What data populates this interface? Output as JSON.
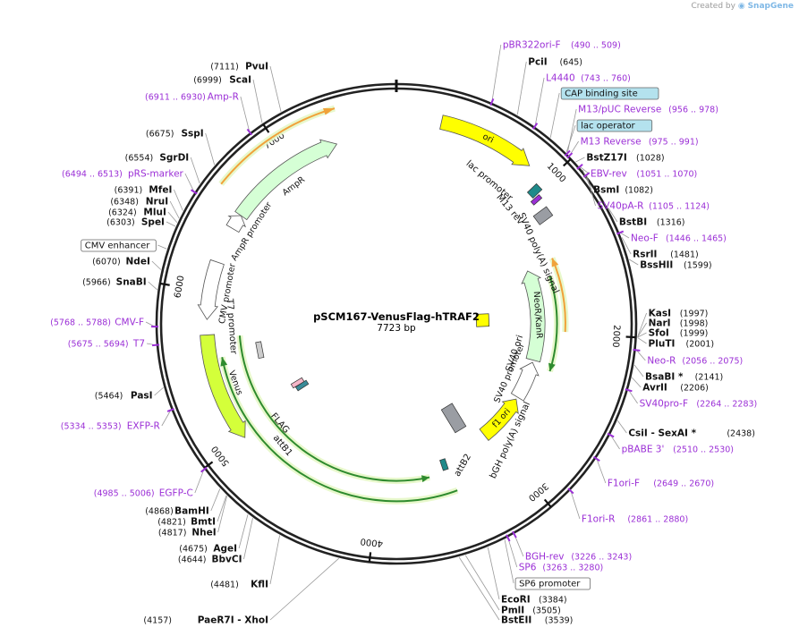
{
  "credit": {
    "prefix": "Created by",
    "brand": "SnapGene"
  },
  "plasmid": {
    "name": "pSCM167-VenusFlag-hTRAF2",
    "size_label": "7723 bp",
    "length": 7723
  },
  "colors": {
    "site_text": "#111111",
    "feature_text": "#9b2fd6",
    "arrow_yellow": "#ffff00",
    "arrow_green": "#d5ffd5",
    "arrow_white": "#ffffff",
    "arrow_lime": "#d4ff3a",
    "primer": "#9b2fd6",
    "orf_orange": "#f0a23a",
    "orf_green": "#2e8b2e",
    "box_blue": "#b4e2ee",
    "gray": "#9a9da3"
  },
  "ticks": [
    {
      "label": "1000",
      "pos": 1000
    },
    {
      "label": "2000",
      "pos": 2000
    },
    {
      "label": "3000",
      "pos": 3000
    },
    {
      "label": "4000",
      "pos": 4000
    },
    {
      "label": "5000",
      "pos": 5000
    },
    {
      "label": "6000",
      "pos": 6000
    },
    {
      "label": "7000",
      "pos": 7000
    }
  ],
  "labels_right": [
    {
      "kind": "feature",
      "name": "pBR322ori-F",
      "pos_text": "(490 .. 509)",
      "pos": 500
    },
    {
      "kind": "site",
      "name": "PciI",
      "pos_text": "(645)",
      "pos": 645
    },
    {
      "kind": "feature",
      "name": "L4440",
      "pos_text": "(743 .. 760)",
      "pos": 752
    },
    {
      "kind": "box",
      "name": "CAP binding site",
      "pos_text": "",
      "pos": 850
    },
    {
      "kind": "feature",
      "name": "M13/pUC Reverse",
      "pos_text": "(956 .. 978)",
      "pos": 967
    },
    {
      "kind": "box",
      "name": "lac operator",
      "pos_text": "",
      "pos": 960
    },
    {
      "kind": "feature",
      "name": "M13 Reverse",
      "pos_text": "(975 .. 991)",
      "pos": 983
    },
    {
      "kind": "site",
      "name": "BstZ17I",
      "pos_text": "(1028)",
      "pos": 1028
    },
    {
      "kind": "feature",
      "name": "EBV-rev",
      "pos_text": "(1051 .. 1070)",
      "pos": 1060
    },
    {
      "kind": "site",
      "name": "BsmI",
      "pos_text": "(1082)",
      "pos": 1082
    },
    {
      "kind": "feature",
      "name": "SV40pA-R",
      "pos_text": "(1105 .. 1124)",
      "pos": 1114
    },
    {
      "kind": "site",
      "name": "BstBI",
      "pos_text": "(1316)",
      "pos": 1316
    },
    {
      "kind": "feature",
      "name": "Neo-F",
      "pos_text": "(1446 .. 1465)",
      "pos": 1455
    },
    {
      "kind": "site",
      "name": "RsrII",
      "pos_text": "(1481)",
      "pos": 1481
    },
    {
      "kind": "site",
      "name": "BssHII",
      "pos_text": "(1599)",
      "pos": 1599
    },
    {
      "kind": "site",
      "name": "KasI",
      "pos_text": "(1997)",
      "pos": 1997
    },
    {
      "kind": "site",
      "name": "NarI",
      "pos_text": "(1998)",
      "pos": 1998
    },
    {
      "kind": "site",
      "name": "SfoI",
      "pos_text": "(1999)",
      "pos": 1999
    },
    {
      "kind": "site",
      "name": "PluTI",
      "pos_text": "(2001)",
      "pos": 2001
    },
    {
      "kind": "feature",
      "name": "Neo-R",
      "pos_text": "(2056 .. 2075)",
      "pos": 2065
    },
    {
      "kind": "site",
      "name": "BsaBI *",
      "pos_text": "(2141)",
      "pos": 2141
    },
    {
      "kind": "site",
      "name": "AvrII",
      "pos_text": "(2206)",
      "pos": 2206
    },
    {
      "kind": "feature",
      "name": "SV40pro-F",
      "pos_text": "(2264 .. 2283)",
      "pos": 2273
    },
    {
      "kind": "site",
      "name": "CsiI  - SexAI *",
      "pos_text": "(2438)",
      "pos": 2438
    },
    {
      "kind": "feature",
      "name": "pBABE 3'",
      "pos_text": "(2510 .. 2530)",
      "pos": 2520
    },
    {
      "kind": "feature",
      "name": "F1ori-F",
      "pos_text": "(2649 .. 2670)",
      "pos": 2660
    },
    {
      "kind": "feature",
      "name": "F1ori-R",
      "pos_text": "(2861 .. 2880)",
      "pos": 2870
    },
    {
      "kind": "feature",
      "name": "BGH-rev",
      "pos_text": "(3226 .. 3243)",
      "pos": 3234
    },
    {
      "kind": "feature",
      "name": "SP6",
      "pos_text": "(3263 .. 3280)",
      "pos": 3271
    },
    {
      "kind": "box-white",
      "name": "SP6 promoter",
      "pos_text": "",
      "pos": 3290
    },
    {
      "kind": "site",
      "name": "EcoRI",
      "pos_text": "(3384)",
      "pos": 3384
    },
    {
      "kind": "site",
      "name": "PmlI",
      "pos_text": "(3505)",
      "pos": 3505
    },
    {
      "kind": "site",
      "name": "BstEII",
      "pos_text": "(3539)",
      "pos": 3539
    }
  ],
  "labels_left": [
    {
      "kind": "site",
      "name": "PvuI",
      "pos_text": "(7111)",
      "pos": 7111
    },
    {
      "kind": "site",
      "name": "ScaI",
      "pos_text": "(6999)",
      "pos": 6999
    },
    {
      "kind": "feature",
      "name": "Amp-R",
      "pos_text": "(6911 .. 6930)",
      "pos": 6920
    },
    {
      "kind": "site",
      "name": "SspI",
      "pos_text": "(6675)",
      "pos": 6675
    },
    {
      "kind": "site",
      "name": "SgrDI",
      "pos_text": "(6554)",
      "pos": 6554
    },
    {
      "kind": "feature",
      "name": "pRS-marker",
      "pos_text": "(6494 .. 6513)",
      "pos": 6503
    },
    {
      "kind": "site",
      "name": "MfeI",
      "pos_text": "(6391)",
      "pos": 6391
    },
    {
      "kind": "site",
      "name": "NruI",
      "pos_text": "(6348)",
      "pos": 6348
    },
    {
      "kind": "site",
      "name": "MluI",
      "pos_text": "(6324)",
      "pos": 6324
    },
    {
      "kind": "site",
      "name": "SpeI",
      "pos_text": "(6303)",
      "pos": 6303
    },
    {
      "kind": "box-white",
      "name": "CMV enhancer",
      "pos_text": "",
      "pos": 6180
    },
    {
      "kind": "site",
      "name": "NdeI",
      "pos_text": "(6070)",
      "pos": 6070
    },
    {
      "kind": "site",
      "name": "SnaBI",
      "pos_text": "(5966)",
      "pos": 5966
    },
    {
      "kind": "feature",
      "name": "CMV-F",
      "pos_text": "(5768 .. 5788)",
      "pos": 5778
    },
    {
      "kind": "feature",
      "name": "T7",
      "pos_text": "(5675 .. 5694)",
      "pos": 5684
    },
    {
      "kind": "site",
      "name": "PasI",
      "pos_text": "(5464)",
      "pos": 5464
    },
    {
      "kind": "feature",
      "name": "EXFP-R",
      "pos_text": "(5334 .. 5353)",
      "pos": 5343
    },
    {
      "kind": "feature",
      "name": "EGFP-C",
      "pos_text": "(4985 .. 5006)",
      "pos": 4995
    },
    {
      "kind": "site",
      "name": "BamHI",
      "pos_text": "(4868)",
      "pos": 4868
    },
    {
      "kind": "site",
      "name": "BmtI",
      "pos_text": "(4821)",
      "pos": 4821
    },
    {
      "kind": "site",
      "name": "NheI",
      "pos_text": "(4817)",
      "pos": 4817
    },
    {
      "kind": "site",
      "name": "AgeI",
      "pos_text": "(4675)",
      "pos": 4675
    },
    {
      "kind": "site",
      "name": "BbvCI",
      "pos_text": "(4644)",
      "pos": 4644
    },
    {
      "kind": "site",
      "name": "KflI",
      "pos_text": "(4481)",
      "pos": 4481
    },
    {
      "kind": "site",
      "name": "PaeR7I   - XhoI",
      "pos_text": "(4157)",
      "pos": 4157
    }
  ],
  "features": [
    {
      "name": "ori",
      "start": 270,
      "end": 860,
      "dir": 1,
      "ring": 0.862,
      "color": "arrow_yellow",
      "label_in": true
    },
    {
      "name": "AmpR",
      "start": 6540,
      "end": 7330,
      "dir": 1,
      "ring": 0.79,
      "color": "arrow_green",
      "label_in": false
    },
    {
      "name": "AmpR promoter",
      "start": 6440,
      "end": 6540,
      "dir": 1,
      "ring": 0.79,
      "color": "arrow_white",
      "label_in": false
    },
    {
      "name": "NeoR/KanR",
      "start": 1460,
      "end": 2250,
      "dir": -1,
      "ring": 0.59,
      "color": "arrow_green",
      "label_in": true
    },
    {
      "name": "SV40 promoter",
      "start": 2270,
      "end": 2600,
      "dir": -1,
      "ring": 0.59,
      "color": "arrow_white",
      "label_in": false
    },
    {
      "name": "f1 ori",
      "start": 2620,
      "end": 3040,
      "dir": -1,
      "ring": 0.59,
      "color": "arrow_yellow",
      "label_in": true
    },
    {
      "name": "CMV promoter",
      "start": 5820,
      "end": 6200,
      "dir": -1,
      "ring": 0.79,
      "color": "arrow_white",
      "label_in": false
    },
    {
      "name": "Venus",
      "start": 5000,
      "end": 5720,
      "dir": -1,
      "ring": 0.79,
      "color": "arrow_lime",
      "label_in": false
    }
  ],
  "inner_labels": [
    {
      "name": "lac promoter",
      "pos": 1010
    },
    {
      "name": "M13 rev",
      "pos": 1100
    },
    {
      "name": "SV40 poly(A) signal",
      "pos": 1290
    },
    {
      "name": "SV40 ori",
      "pos": 1900
    },
    {
      "name": "bGH poly(A) signal",
      "pos": 3160
    },
    {
      "name": "attB2",
      "pos": 3420
    },
    {
      "name": "T7 promoter",
      "pos": 5830
    },
    {
      "name": "FLAG",
      "pos": 5020
    },
    {
      "name": "attB1",
      "pos": 4980
    }
  ],
  "orfs": [
    {
      "start": 6620,
      "end": 7380,
      "dir": 1,
      "ring": 0.935,
      "color": "orf_orange"
    },
    {
      "start": 1440,
      "end": 1990,
      "dir": -1,
      "ring": 0.705,
      "color": "orf_orange"
    },
    {
      "start": 1560,
      "end": 2300,
      "dir": 1,
      "ring": 0.67,
      "color": "orf_green"
    },
    {
      "start": 3430,
      "end": 5560,
      "dir": 1,
      "ring": 0.74,
      "color": "orf_green"
    },
    {
      "start": 3600,
      "end": 5700,
      "dir": -1,
      "ring": 0.655,
      "color": "orf_green"
    }
  ]
}
